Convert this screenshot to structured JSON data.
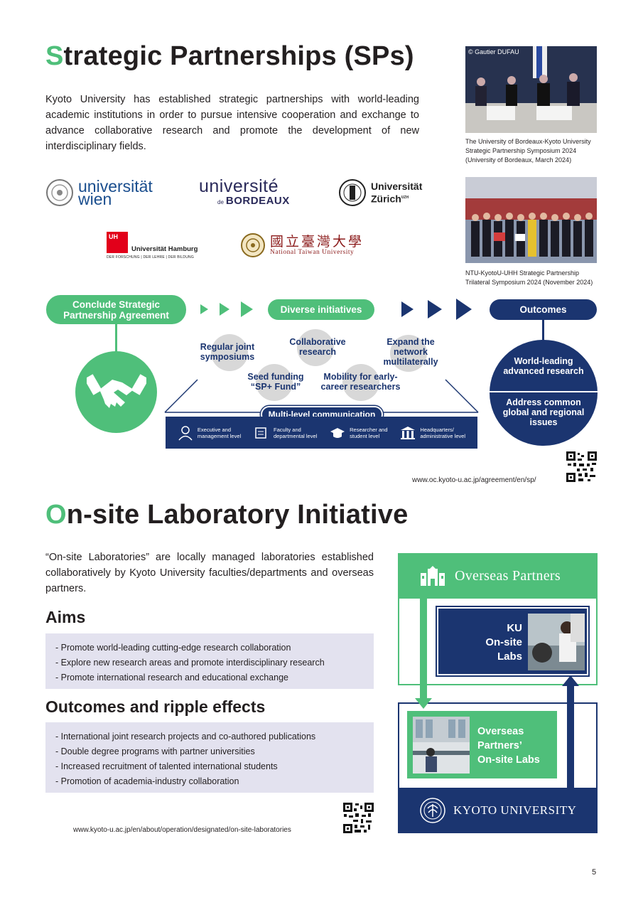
{
  "sp": {
    "title_first": "S",
    "title_rest": "trategic Partnerships (SPs)",
    "intro": "Kyoto University has established strategic partnerships with world-leading academic institutions in order to pursue intensive cooperation and exchange to advance collaborative research and promote the development of new interdisciplinary fields.",
    "photo1_credit": "© Gautier DUFAU",
    "photo1_caption": "The University of Bordeaux-Kyoto University Strategic Partnership Symposium 2024 (University of Bordeaux, March 2024)",
    "photo2_caption": "NTU-KyotoU-UHH Strategic Partnership Trilateral Symposium 2024 (November 2024)",
    "logos": {
      "wien_line1": "universität",
      "wien_line2": "wien",
      "bordeaux_line1": "université",
      "bordeaux_de": "de",
      "bordeaux_line2": "BORDEAUX",
      "zurich_line1": "Universität",
      "zurich_line2": "Zürich",
      "zurich_sup": "UZH",
      "hamburg_badge": "UH",
      "hamburg_name": "Universität Hamburg",
      "hamburg_tag": "DER FORSCHUNG | DER LEHRE | DER BILDUNG",
      "ntu_chinese": "國立臺灣大學",
      "ntu_english": "National Taiwan University"
    },
    "flow": {
      "agreement": "Conclude Strategic Partnership Agreement",
      "initiatives": "Diverse initiatives",
      "outcomes": "Outcomes",
      "bubbles": {
        "symposiums": "Regular joint symposiums",
        "collab": "Collaborative research",
        "network": "Expand the network multilaterally",
        "seed": "Seed funding “SP+ Fund”",
        "mobility": "Mobility for early-career researchers"
      },
      "outcome1": "World-leading advanced research",
      "outcome2": "Address common global and regional issues",
      "multilevel": "Multi-level communication",
      "levels": [
        {
          "icon": "person-icon",
          "line1": "Executive and",
          "line2": "management level"
        },
        {
          "icon": "faculty-icon",
          "line1": "Faculty and",
          "line2": "departmental level"
        },
        {
          "icon": "graduation-cap-icon",
          "line1": "Researcher and",
          "line2": "student level"
        },
        {
          "icon": "building-icon",
          "line1": "Headquarters/",
          "line2": "administrative level"
        }
      ]
    },
    "url": "www.oc.kyoto-u.ac.jp/agreement/en/sp/"
  },
  "osl": {
    "title_first": "O",
    "title_rest": "n-site Laboratory Initiative",
    "intro": "“On-site Laboratories” are locally managed laboratories established collaboratively by Kyoto University faculties/departments and overseas partners.",
    "aims_heading": "Aims",
    "aims": [
      "- Promote world-leading cutting-edge research collaboration",
      "- Explore new research areas and promote interdisciplinary research",
      "- Promote international research and educational exchange"
    ],
    "outcomes_heading": "Outcomes and ripple effects",
    "outcomes": [
      "- International joint research projects and co-authored publications",
      "- Double degree programs with partner universities",
      "- Increased recruitment of talented international students",
      "- Promotion of academia-industry collaboration"
    ],
    "url": "www.kyoto-u.ac.jp/en/about/operation/designated/on-site-laboratories",
    "diagram": {
      "overseas_partners": "Overseas Partners",
      "ku_labs": [
        "KU",
        "On-site",
        "Labs"
      ],
      "partner_labs": [
        "Overseas",
        "Partners’",
        "On-site Labs"
      ],
      "kyoto": "KYOTO UNIVERSITY"
    }
  },
  "page_number": "5",
  "colors": {
    "green": "#4fbf7a",
    "navy": "#1b3570",
    "lavender": "#e3e2ef"
  }
}
